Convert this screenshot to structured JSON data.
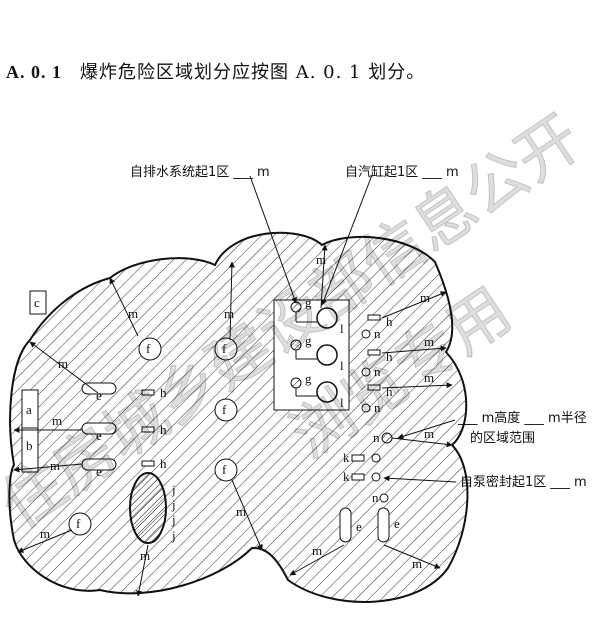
{
  "heading": {
    "number": "A. 0. 1",
    "text": "爆炸危险区域划分应按图 A. 0. 1 划分。"
  },
  "callouts": {
    "drain": "自排水系统起1区 ___ m",
    "cylinder": "自汽缸起1区 ___ m",
    "height": "___ m高度 ___ m半径",
    "height2": "的区域范围",
    "pump": "自泵密封起1区 ___ m"
  },
  "dim_label": "m",
  "equipment": {
    "a": "a",
    "b": "b",
    "c": "c",
    "e": "e",
    "f": "f",
    "g": "g",
    "h": "h",
    "i": "l",
    "j": "j",
    "k": "k",
    "n": "n"
  },
  "watermark": {
    "line1": "住房城乡建设部信息公开",
    "line2": "浏览专用"
  },
  "colors": {
    "ink": "#111111",
    "hatch": "#333333"
  }
}
